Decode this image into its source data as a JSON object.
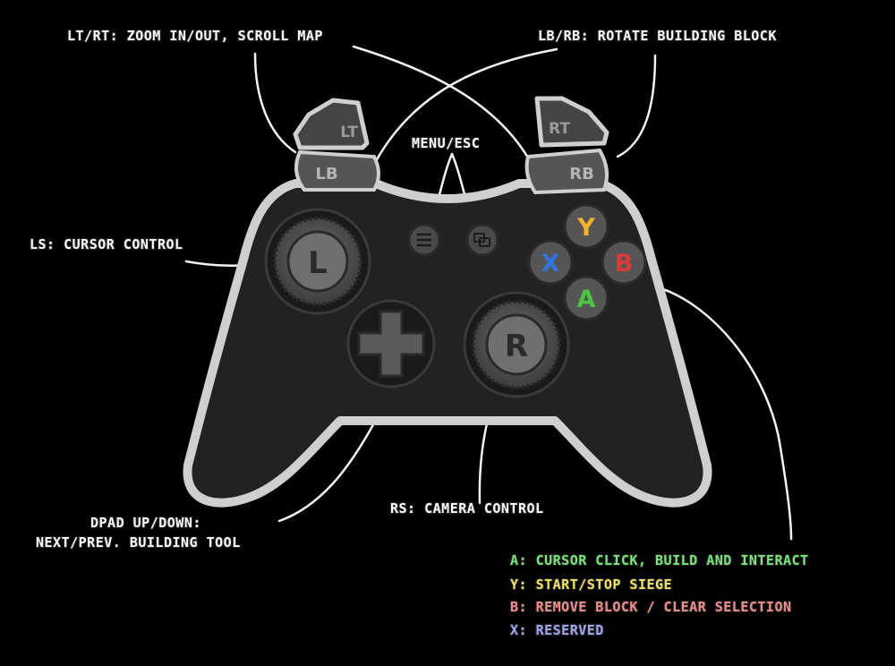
{
  "labels": {
    "lt_rt": "LT/RT: ZOOM IN/OUT, SCROLL MAP",
    "lb_rb": "LB/RB: ROTATE BUILDING BLOCK",
    "menu": "MENU/ESC",
    "ls": "LS: CURSOR CONTROL",
    "rs": "RS: CAMERA CONTROL",
    "dpad_line1": "DPAD UP/DOWN:",
    "dpad_line2": "NEXT/PREV. BUILDING TOOL"
  },
  "legend": [
    {
      "text": "A: CURSOR CLICK, BUILD AND INTERACT",
      "color": "#7de37d"
    },
    {
      "text": "Y: START/STOP SIEGE",
      "color": "#f0e36a"
    },
    {
      "text": "B: REMOVE BLOCK / CLEAR SELECTION",
      "color": "#f08e8e"
    },
    {
      "text": "X: RESERVED",
      "color": "#a3a6f0"
    }
  ],
  "controller": {
    "lt": "LT",
    "rt": "RT",
    "lb": "LB",
    "rb": "RB",
    "ls": "L",
    "rs": "R",
    "y": "Y",
    "x": "X",
    "b": "B",
    "a": "A"
  },
  "colors": {
    "y": "#f2b22e",
    "x": "#2f73dd",
    "b": "#d93a3a",
    "a": "#4cc442",
    "body": "#222222",
    "outline": "#cfcfcf"
  }
}
